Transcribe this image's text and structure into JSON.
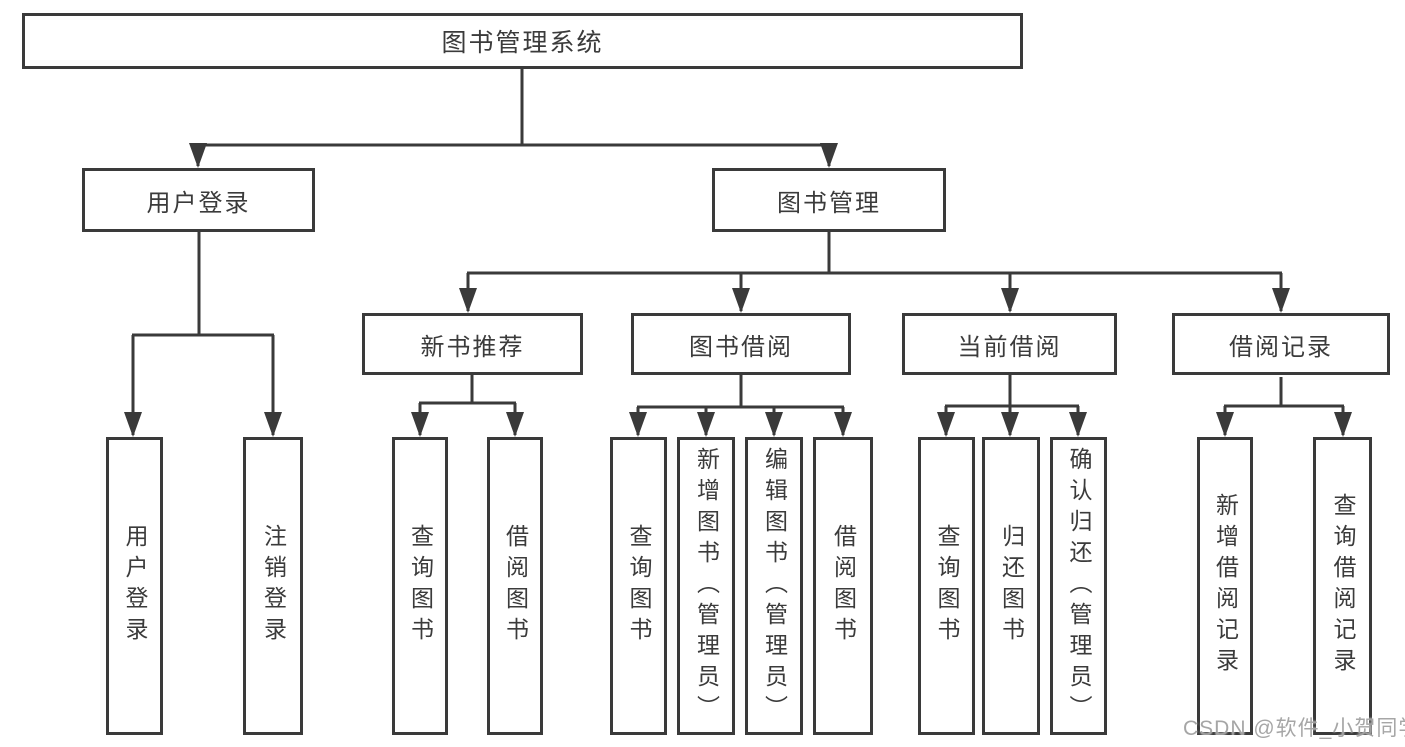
{
  "tree": {
    "root": {
      "label": "图书管理系统"
    },
    "branches": [
      {
        "label": "用户登录",
        "children": [
          {
            "label": "用户登录"
          },
          {
            "label": "注销登录"
          }
        ]
      },
      {
        "label": "图书管理",
        "children": [
          {
            "label": "新书推荐",
            "children": [
              {
                "label": "查询图书"
              },
              {
                "label": "借阅图书"
              }
            ]
          },
          {
            "label": "图书借阅",
            "children": [
              {
                "label": "查询图书"
              },
              {
                "label": "新增图书（管理员）"
              },
              {
                "label": "编辑图书（管理员）"
              },
              {
                "label": "借阅图书"
              }
            ]
          },
          {
            "label": "当前借阅",
            "children": [
              {
                "label": "查询图书"
              },
              {
                "label": "归还图书"
              },
              {
                "label": "确认归还（管理员）"
              }
            ]
          },
          {
            "label": "借阅记录",
            "children": [
              {
                "label": "新增借阅记录"
              },
              {
                "label": "查询借阅记录"
              }
            ]
          }
        ]
      }
    ]
  },
  "watermark": {
    "text": "CSDN @软件_小贺同学"
  },
  "colors": {
    "line": "#3a3a3a",
    "box_border": "#3a3a3a",
    "text": "#3b3b3b",
    "background": "#ffffff",
    "watermark": "#9e9e9e"
  }
}
